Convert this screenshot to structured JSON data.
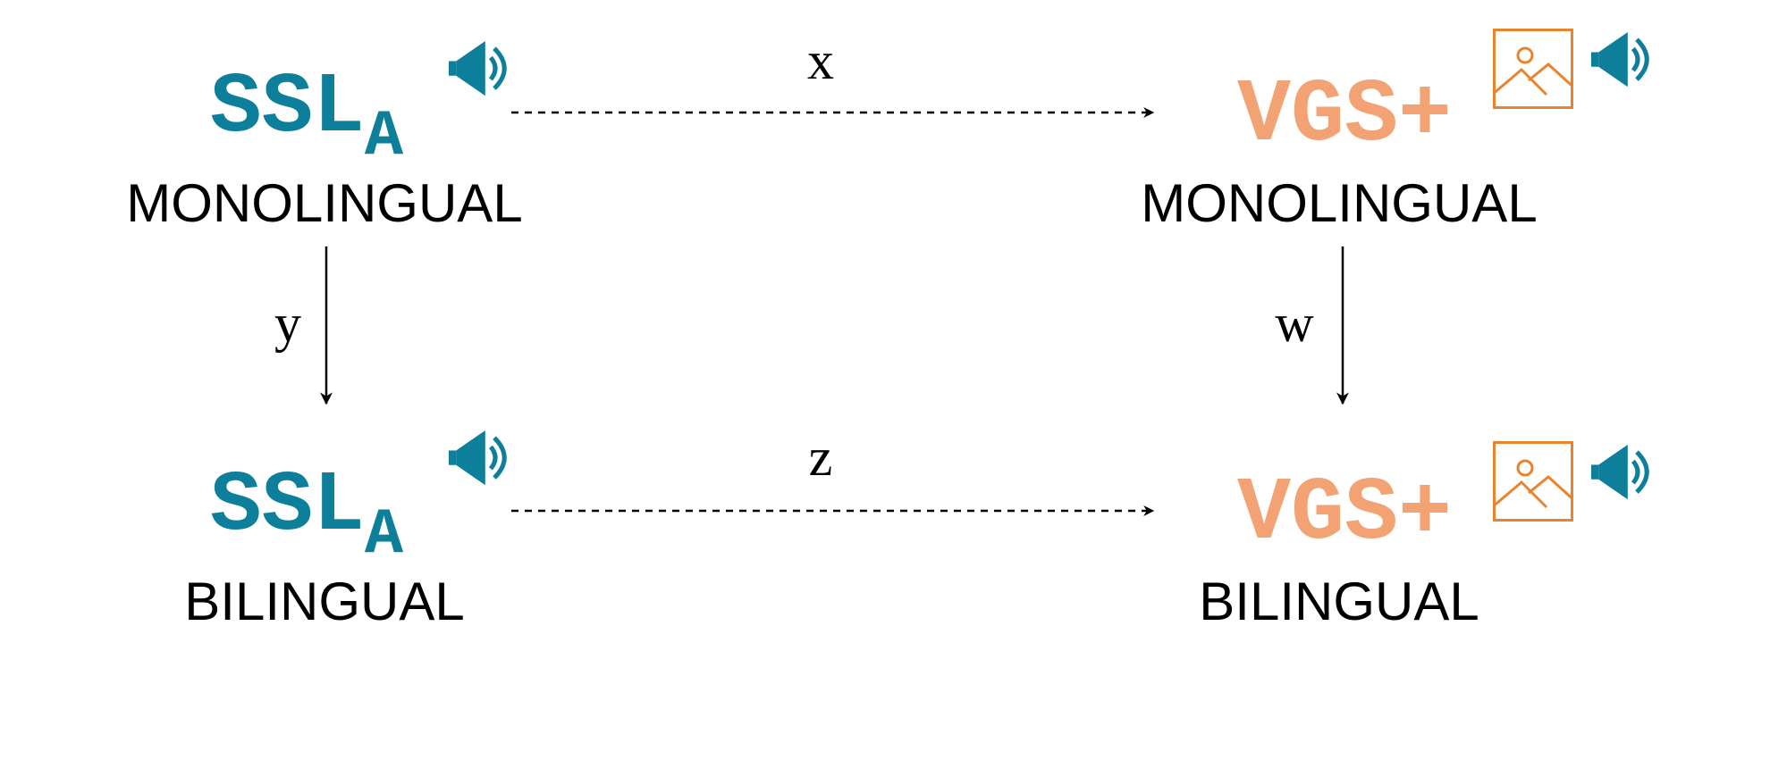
{
  "colors": {
    "ssl": "#0e7f9b",
    "vgs": "#f2a273",
    "image_icon": "#e8832e",
    "edge": "#000000",
    "text": "#000000"
  },
  "nodes": {
    "top_left": {
      "model": "SSL",
      "subscript": "A",
      "setting": "MONOLINGUAL",
      "icons": [
        "speaker-icon"
      ]
    },
    "bottom_left": {
      "model": "SSL",
      "subscript": "A",
      "setting": "BILINGUAL",
      "icons": [
        "speaker-icon"
      ]
    },
    "top_right": {
      "model": "VGS+",
      "setting": "MONOLINGUAL",
      "icons": [
        "image-icon",
        "speaker-icon"
      ]
    },
    "bottom_right": {
      "model": "VGS+",
      "setting": "BILINGUAL",
      "icons": [
        "image-icon",
        "speaker-icon"
      ]
    }
  },
  "edges": {
    "x": {
      "label": "x",
      "from": "top_left",
      "to": "top_right",
      "style": "dashed"
    },
    "y": {
      "label": "y",
      "from": "top_left",
      "to": "bottom_left",
      "style": "solid"
    },
    "z": {
      "label": "z",
      "from": "bottom_left",
      "to": "bottom_right",
      "style": "dashed"
    },
    "w": {
      "label": "w",
      "from": "top_right",
      "to": "bottom_right",
      "style": "solid"
    }
  }
}
